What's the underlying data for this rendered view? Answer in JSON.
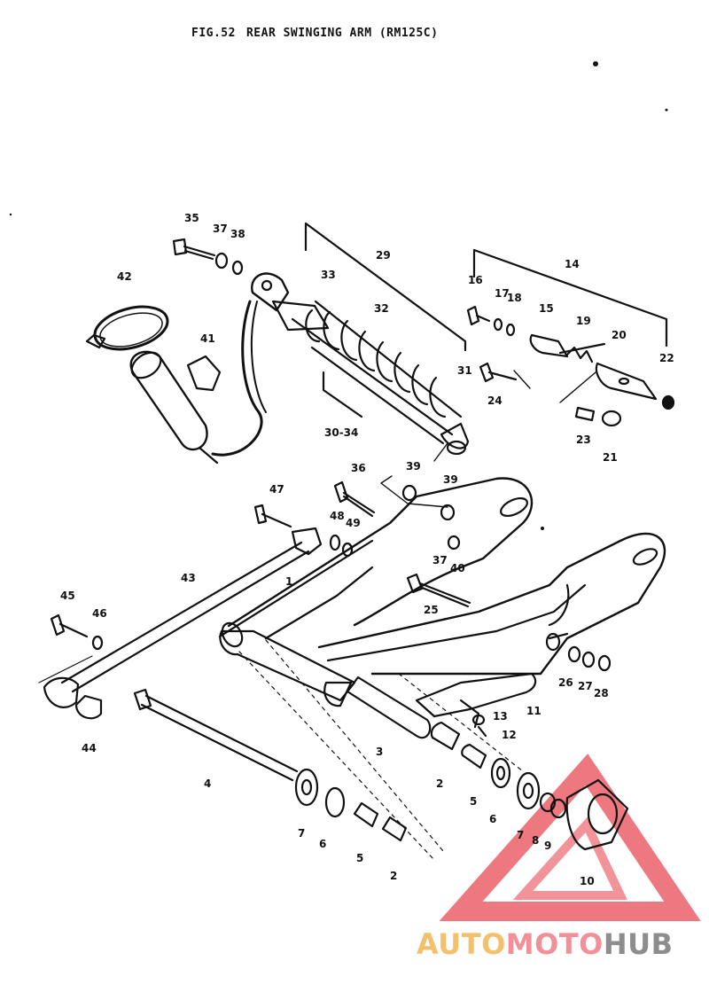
{
  "title": {
    "fig": "FIG.52",
    "text": "REAR SWINGING ARM (RM125C)"
  },
  "callouts": [
    "1",
    "2",
    "3",
    "4",
    "5",
    "6",
    "7",
    "8",
    "9",
    "10",
    "11",
    "12",
    "13",
    "14",
    "15",
    "16",
    "17",
    "18",
    "19",
    "20",
    "21",
    "22",
    "23",
    "24",
    "25",
    "26",
    "27",
    "28",
    "29",
    "30-34",
    "31",
    "32",
    "33",
    "35",
    "36",
    "37",
    "38",
    "39",
    "40",
    "41",
    "42",
    "43",
    "44",
    "45",
    "46",
    "47",
    "48",
    "49"
  ],
  "watermark": {
    "part1": "AUTO",
    "part2": "MOTO",
    "part3": "HUB",
    "colors": {
      "triangle": "#e84b55",
      "auto": "#f3c06b",
      "moto": "#f2909a",
      "hub": "#8d8d8d"
    }
  },
  "icons": [
    "shock-absorber-icon",
    "swing-arm-icon",
    "bolt-icon",
    "washer-icon",
    "clamp-icon",
    "warning-triangle-icon"
  ]
}
